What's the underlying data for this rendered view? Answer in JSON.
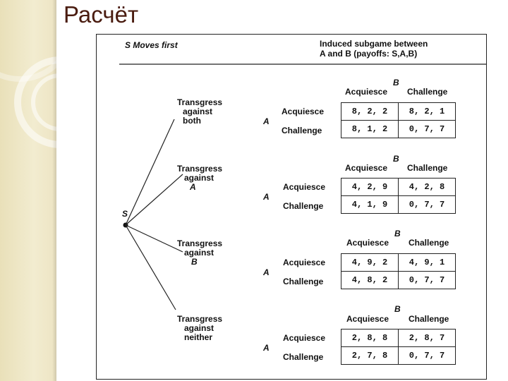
{
  "slide": {
    "title": "Расчёт"
  },
  "figure": {
    "s_moves_first": "S Moves first",
    "induced_line1": "Induced subgame between",
    "induced_line2": "A and B (payoffs: S,A,B)",
    "root_label": "S",
    "branches": [
      {
        "line1": "Transgress",
        "line2": "against",
        "line3": "both"
      },
      {
        "line1": "Transgress",
        "line2": "against",
        "line3": "A"
      },
      {
        "line1": "Transgress",
        "line2": "against",
        "line3": "B"
      },
      {
        "line1": "Transgress",
        "line2": "against",
        "line3": "neither"
      }
    ],
    "subgames": [
      {
        "b_label": "B",
        "col_acquiesce": "Acquiesce",
        "col_challenge": "Challenge",
        "a_label": "A",
        "row_acquiesce": "Acquiesce",
        "row_challenge": "Challenge",
        "cells": [
          [
            "8, 2, 2",
            "8, 2, 1"
          ],
          [
            "8, 1, 2",
            "0, 7, 7"
          ]
        ]
      },
      {
        "b_label": "B",
        "col_acquiesce": "Acquiesce",
        "col_challenge": "Challenge",
        "a_label": "A",
        "row_acquiesce": "Acquiesce",
        "row_challenge": "Challenge",
        "cells": [
          [
            "4, 2, 9",
            "4, 2, 8"
          ],
          [
            "4, 1, 9",
            "0, 7, 7"
          ]
        ]
      },
      {
        "b_label": "B",
        "col_acquiesce": "Acquiesce",
        "col_challenge": "Challenge",
        "a_label": "A",
        "row_acquiesce": "Acquiesce",
        "row_challenge": "Challenge",
        "cells": [
          [
            "4, 9, 2",
            "4, 9, 1"
          ],
          [
            "4, 8, 2",
            "0, 7, 7"
          ]
        ]
      },
      {
        "b_label": "B",
        "col_acquiesce": "Acquiesce",
        "col_challenge": "Challenge",
        "a_label": "A",
        "row_acquiesce": "Acquiesce",
        "row_challenge": "Challenge",
        "cells": [
          [
            "2, 8, 8",
            "2, 8, 7"
          ],
          [
            "2, 7, 8",
            "0, 7, 7"
          ]
        ]
      }
    ]
  }
}
